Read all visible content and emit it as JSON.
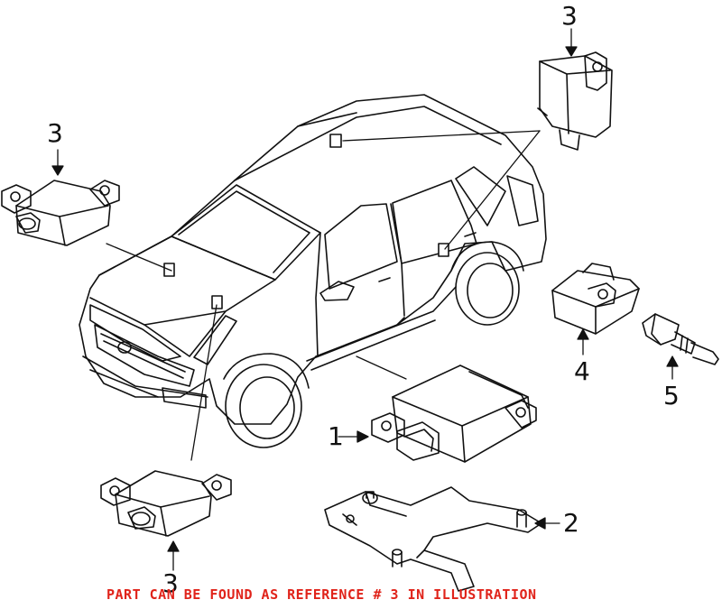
{
  "callouts": {
    "c3_top_right": "3",
    "c3_left": "3",
    "c3_bottom": "3",
    "c1": "1",
    "c2": "2",
    "c4": "4",
    "c5": "5"
  },
  "footer_note": "PART CAN BE FOUND AS REFERENCE # 3 IN ILLUSTRATION",
  "colors": {
    "line": "#111111",
    "note": "#e0231a",
    "background": "#ffffff"
  }
}
